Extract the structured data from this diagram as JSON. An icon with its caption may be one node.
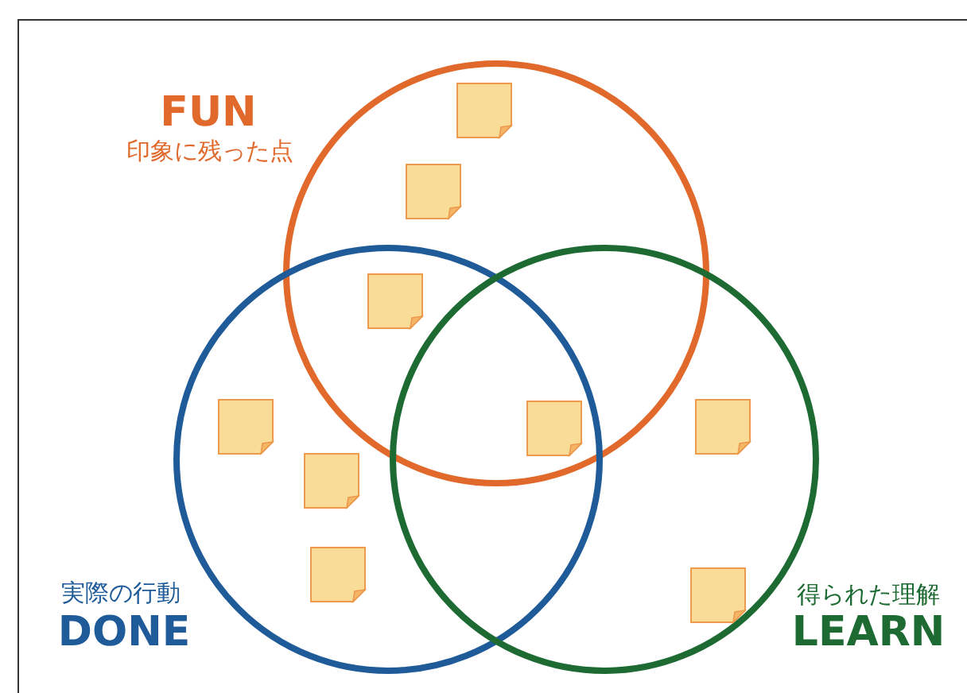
{
  "diagram": {
    "nodes": [
      {
        "text": [
          "FUN",
          "印象に残った点"
        ]
      },
      {
        "text": [
          "実際の行動",
          "DONE"
        ]
      },
      {
        "text": [
          "得られた理解",
          "LEARN"
        ]
      },
      {
        "text": [],
        "shape": "box",
        "in": 0
      },
      {
        "text": [],
        "shape": "box",
        "in": 0
      },
      {
        "text": [],
        "shape": "box"
      },
      {
        "text": [],
        "shape": "box",
        "in": 1
      },
      {
        "text": [],
        "shape": "box"
      },
      {
        "text": [],
        "shape": "box",
        "in": 2
      },
      {
        "text": [],
        "shape": "box",
        "in": 1
      },
      {
        "text": [],
        "shape": "box",
        "in": 1
      },
      {
        "text": [],
        "shape": "box",
        "in": 2
      }
    ]
  }
}
